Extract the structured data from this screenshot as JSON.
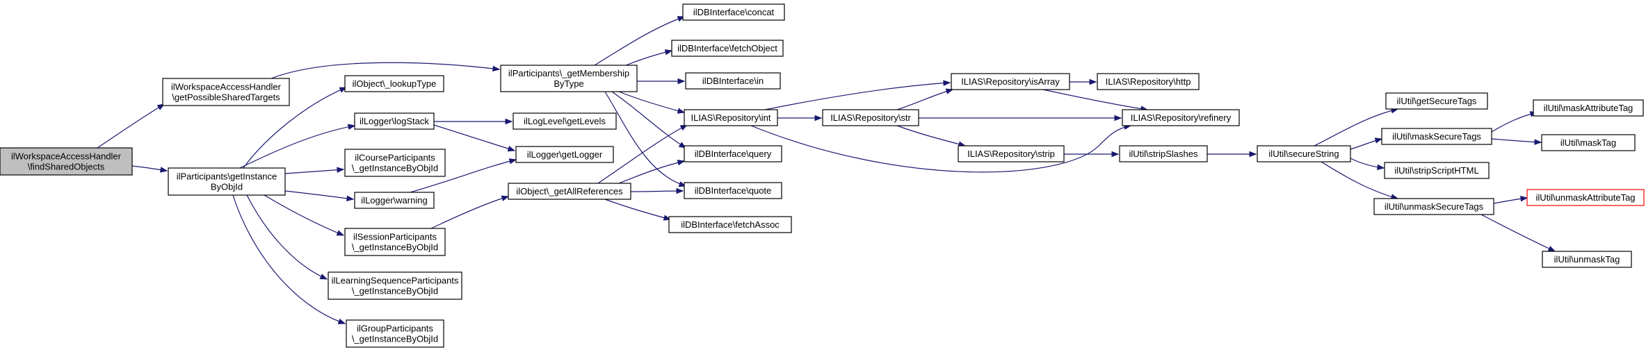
{
  "graph": {
    "colors": {
      "edge": "#191970",
      "root_fill": "#bfbfbf",
      "node_fill": "#ffffff",
      "node_border": "#000000",
      "highlight_border": "#ff0000"
    },
    "nodes": [
      {
        "id": "find",
        "lines": [
          "ilWorkspaceAccessHandler",
          "\\findSharedObjects"
        ],
        "root": true
      },
      {
        "id": "getPossible",
        "lines": [
          "ilWorkspaceAccessHandler",
          "\\getPossibleSharedTargets"
        ]
      },
      {
        "id": "getInstance",
        "lines": [
          "ilParticipants\\getInstance",
          "ByObjId"
        ]
      },
      {
        "id": "getMembership",
        "lines": [
          "ilParticipants\\_getMembership",
          "ByType"
        ]
      },
      {
        "id": "lookupType",
        "lines": [
          "ilObject\\_lookupType"
        ]
      },
      {
        "id": "logStack",
        "lines": [
          "ilLogger\\logStack"
        ]
      },
      {
        "id": "courseP",
        "lines": [
          "ilCourseParticipants",
          "\\_getInstanceByObjId"
        ]
      },
      {
        "id": "warning",
        "lines": [
          "ilLogger\\warning"
        ]
      },
      {
        "id": "sessionP",
        "lines": [
          "ilSessionParticipants",
          "\\_getInstanceByObjId"
        ]
      },
      {
        "id": "lsP",
        "lines": [
          "ilLearningSequenceParticipants",
          "\\_getInstanceByObjId"
        ]
      },
      {
        "id": "groupP",
        "lines": [
          "ilGroupParticipants",
          "\\_getInstanceByObjId"
        ]
      },
      {
        "id": "getLevels",
        "lines": [
          "ilLogLevel\\getLevels"
        ]
      },
      {
        "id": "getLogger",
        "lines": [
          "ilLogger\\getLogger"
        ]
      },
      {
        "id": "getAllRefs",
        "lines": [
          "ilObject\\_getAllReferences"
        ]
      },
      {
        "id": "concat",
        "lines": [
          "ilDBInterface\\concat"
        ]
      },
      {
        "id": "fetchObject",
        "lines": [
          "ilDBInterface\\fetchObject"
        ]
      },
      {
        "id": "dbIn",
        "lines": [
          "ilDBInterface\\in"
        ]
      },
      {
        "id": "repoInt",
        "lines": [
          "ILIAS\\Repository\\int"
        ]
      },
      {
        "id": "dbQuery",
        "lines": [
          "ilDBInterface\\query"
        ]
      },
      {
        "id": "dbQuote",
        "lines": [
          "ilDBInterface\\quote"
        ]
      },
      {
        "id": "fetchAssoc",
        "lines": [
          "ilDBInterface\\fetchAssoc"
        ]
      },
      {
        "id": "repoStr",
        "lines": [
          "ILIAS\\Repository\\str"
        ]
      },
      {
        "id": "repoIsArray",
        "lines": [
          "ILIAS\\Repository\\isArray"
        ]
      },
      {
        "id": "repoHttp",
        "lines": [
          "ILIAS\\Repository\\http"
        ]
      },
      {
        "id": "repoRefinery",
        "lines": [
          "ILIAS\\Repository\\refinery"
        ]
      },
      {
        "id": "repoStrip",
        "lines": [
          "ILIAS\\Repository\\strip"
        ]
      },
      {
        "id": "stripSlashes",
        "lines": [
          "ilUtil\\stripSlashes"
        ]
      },
      {
        "id": "secureString",
        "lines": [
          "ilUtil\\secureString"
        ]
      },
      {
        "id": "getSecureTags",
        "lines": [
          "ilUtil\\getSecureTags"
        ]
      },
      {
        "id": "maskSecureTags",
        "lines": [
          "ilUtil\\maskSecureTags"
        ]
      },
      {
        "id": "stripScript",
        "lines": [
          "ilUtil\\stripScriptHTML"
        ]
      },
      {
        "id": "unmaskSecureTags",
        "lines": [
          "ilUtil\\unmaskSecureTags"
        ]
      },
      {
        "id": "maskAttrTag",
        "lines": [
          "ilUtil\\maskAttributeTag"
        ]
      },
      {
        "id": "maskTag",
        "lines": [
          "ilUtil\\maskTag"
        ]
      },
      {
        "id": "unmaskAttrTag",
        "lines": [
          "ilUtil\\unmaskAttributeTag"
        ],
        "highlight": true
      },
      {
        "id": "unmaskTag",
        "lines": [
          "ilUtil\\unmaskTag"
        ]
      }
    ],
    "edges": [
      [
        "find",
        "getPossible"
      ],
      [
        "find",
        "getInstance"
      ],
      [
        "getPossible",
        "getMembership"
      ],
      [
        "getInstance",
        "lookupType"
      ],
      [
        "getInstance",
        "logStack"
      ],
      [
        "getInstance",
        "courseP"
      ],
      [
        "getInstance",
        "warning"
      ],
      [
        "getInstance",
        "sessionP"
      ],
      [
        "getInstance",
        "lsP"
      ],
      [
        "getInstance",
        "groupP"
      ],
      [
        "logStack",
        "getLevels"
      ],
      [
        "logStack",
        "getLogger"
      ],
      [
        "warning",
        "getLogger"
      ],
      [
        "sessionP",
        "getAllRefs"
      ],
      [
        "getMembership",
        "concat"
      ],
      [
        "getMembership",
        "fetchObject"
      ],
      [
        "getMembership",
        "dbIn"
      ],
      [
        "getMembership",
        "repoInt"
      ],
      [
        "getMembership",
        "dbQuery"
      ],
      [
        "getMembership",
        "dbQuote"
      ],
      [
        "getAllRefs",
        "repoInt"
      ],
      [
        "getAllRefs",
        "dbQuery"
      ],
      [
        "getAllRefs",
        "dbQuote"
      ],
      [
        "getAllRefs",
        "fetchAssoc"
      ],
      [
        "repoInt",
        "repoStr"
      ],
      [
        "repoInt",
        "repoIsArray"
      ],
      [
        "repoInt",
        "repoRefinery"
      ],
      [
        "repoStr",
        "repoIsArray"
      ],
      [
        "repoStr",
        "repoRefinery"
      ],
      [
        "repoStr",
        "repoStrip"
      ],
      [
        "repoIsArray",
        "repoHttp"
      ],
      [
        "repoIsArray",
        "repoRefinery"
      ],
      [
        "repoStrip",
        "stripSlashes"
      ],
      [
        "stripSlashes",
        "secureString"
      ],
      [
        "secureString",
        "getSecureTags"
      ],
      [
        "secureString",
        "maskSecureTags"
      ],
      [
        "secureString",
        "stripScript"
      ],
      [
        "secureString",
        "unmaskSecureTags"
      ],
      [
        "maskSecureTags",
        "maskAttrTag"
      ],
      [
        "maskSecureTags",
        "maskTag"
      ],
      [
        "unmaskSecureTags",
        "unmaskAttrTag"
      ],
      [
        "unmaskSecureTags",
        "unmaskTag"
      ]
    ]
  }
}
